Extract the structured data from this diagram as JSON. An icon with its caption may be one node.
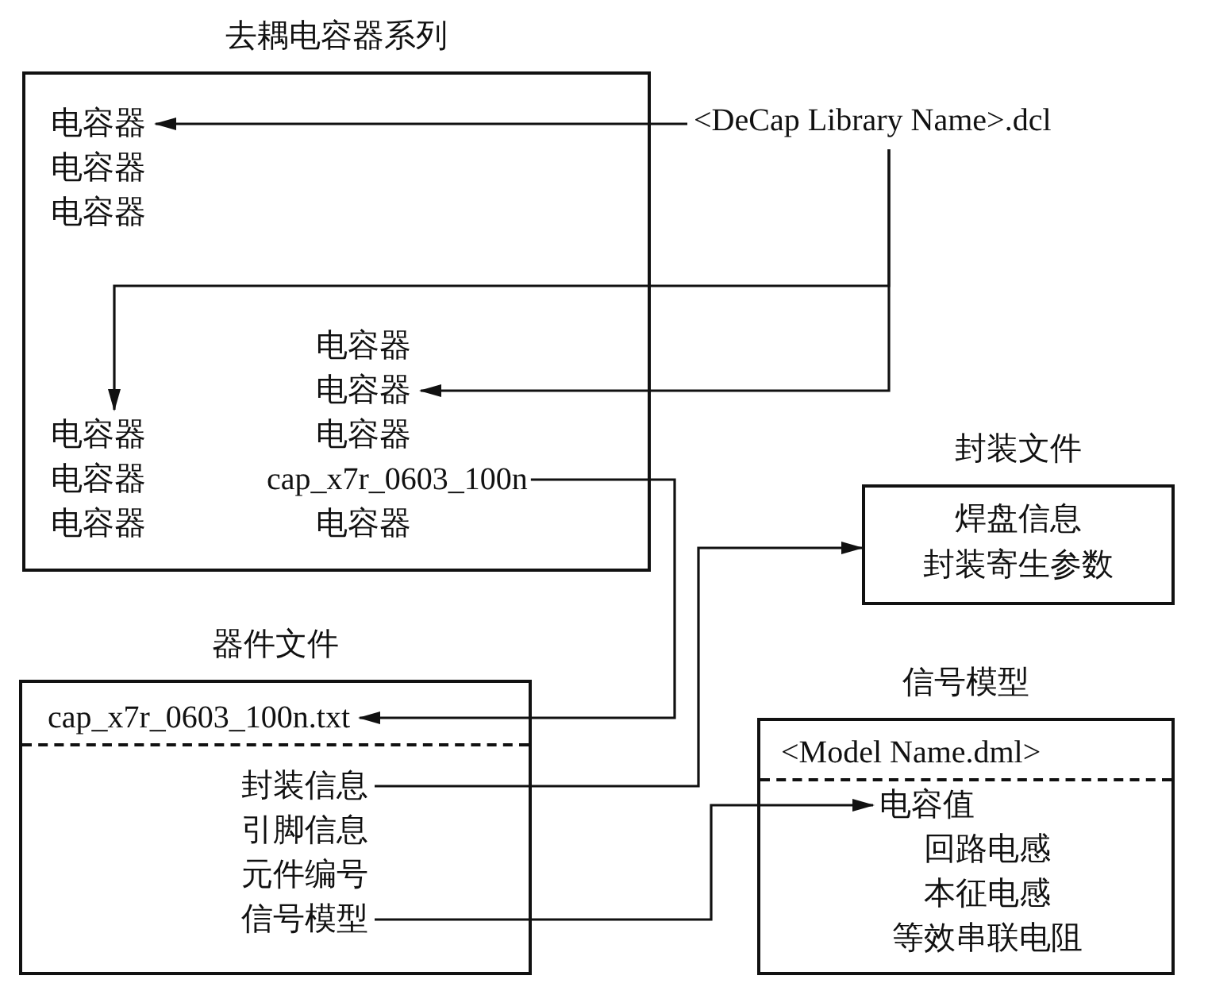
{
  "diagram": {
    "nodes": [
      {
        "text": [
          "去耦电容器系列"
        ]
      },
      {
        "text": [
          "电容器"
        ],
        "in": 0
      },
      {
        "text": [
          "电容器"
        ],
        "in": 0
      },
      {
        "text": [
          "电容器"
        ],
        "in": 0
      },
      {
        "text": [
          "电容器"
        ],
        "in": 0
      },
      {
        "text": [
          "电容器"
        ],
        "in": 0
      },
      {
        "text": [
          "电容器"
        ],
        "in": 0
      },
      {
        "text": [
          "cap_x7r_0603_100n"
        ],
        "in": 0
      },
      {
        "text": [
          "电容器"
        ],
        "in": 0
      },
      {
        "text": [
          "电容器"
        ],
        "in": 0
      },
      {
        "text": [
          "电容器"
        ],
        "in": 0
      },
      {
        "text": [
          "电容器"
        ],
        "in": 0
      },
      {
        "text": [
          "<DeCap Library Name>.dcl"
        ]
      },
      {
        "text": [
          "封装文件",
          "焊盘信息",
          "封装寄生参数"
        ]
      },
      {
        "text": [
          "器件文件"
        ]
      },
      {
        "text": [
          "cap_x7r_0603_100n.txt"
        ],
        "in": 14
      },
      {
        "text": [
          "封装信息"
        ],
        "in": 14
      },
      {
        "text": [
          "引脚信息"
        ],
        "in": 14
      },
      {
        "text": [
          "元件编号"
        ],
        "in": 14
      },
      {
        "text": [
          "信号模型"
        ],
        "in": 14
      },
      {
        "text": [
          "信号模型"
        ]
      },
      {
        "text": [
          "<Model Name.dml>"
        ],
        "in": 20
      },
      {
        "text": [
          "电容值"
        ],
        "in": 20
      },
      {
        "text": [
          "回路电感"
        ],
        "in": 20
      },
      {
        "text": [
          "本征电感"
        ],
        "in": 20
      },
      {
        "text": [
          "等效串联电阻"
        ],
        "in": 20
      }
    ],
    "edges": [
      {
        "from": 12,
        "to": 1,
        "arrow": "to"
      },
      {
        "from": 12,
        "to": 9,
        "arrow": "to"
      },
      {
        "from": 12,
        "to": 5,
        "arrow": "to"
      },
      {
        "from": 7,
        "to": 15,
        "arrow": "to"
      },
      {
        "from": 16,
        "to": 13,
        "arrow": "to"
      },
      {
        "from": 19,
        "to": 22,
        "arrow": "to"
      }
    ]
  }
}
